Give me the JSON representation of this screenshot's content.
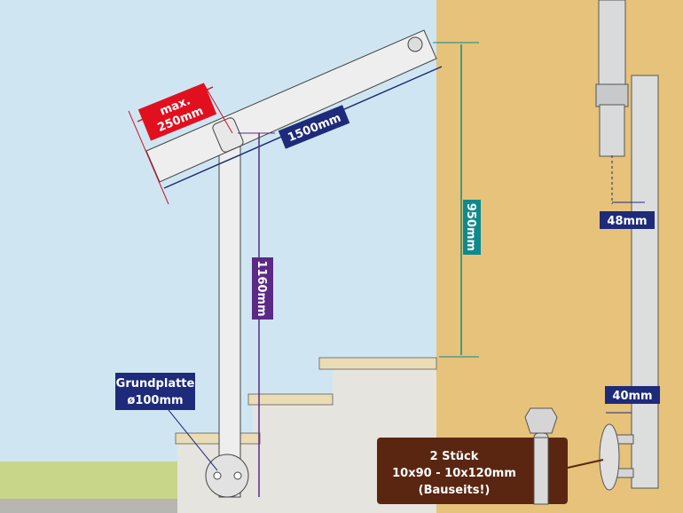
{
  "labels": {
    "max_line1": "max.",
    "max_line2": "250mm",
    "rail_length": "1500mm",
    "height_950": "950mm",
    "post_height": "1160mm",
    "grundplatte_line1": "Grundplatte",
    "grundplatte_line2": "ø100mm",
    "tube_48": "48mm",
    "tube_40": "40mm"
  },
  "bolt_box": {
    "line1": "2 Stück",
    "line2": "10x90 - 10x120mm",
    "line3": "(Bauseits!)"
  },
  "colors": {
    "sky": "#cfe6f2",
    "wall": "#e6c27a",
    "red_label": "#e2101f",
    "navy_label": "#1e2a7a",
    "teal_label": "#0e8a8e",
    "purple_label": "#5a2a86",
    "brown_box": "#5a2612"
  }
}
